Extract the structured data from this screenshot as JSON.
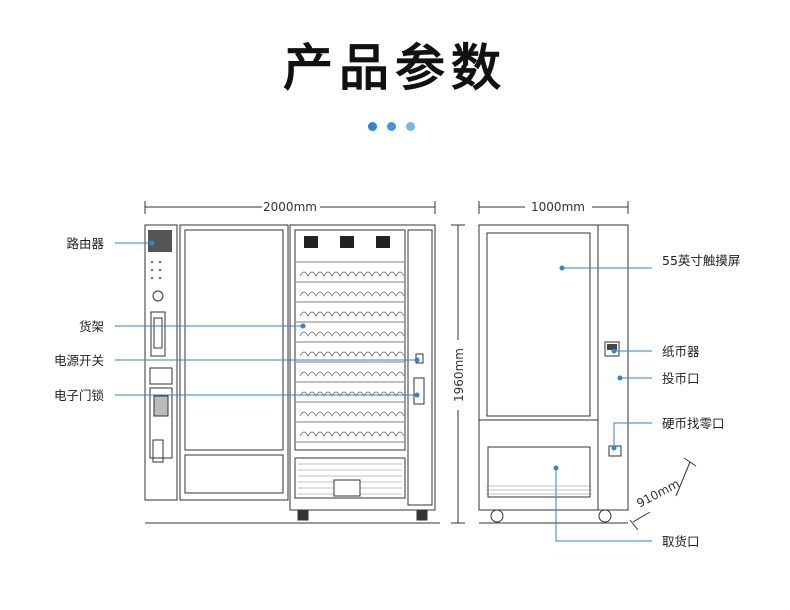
{
  "title": "产品参数",
  "colors": {
    "accent": "#2b86d8",
    "dot1": "#2b86d8",
    "dot2": "#3d97e0",
    "dot3": "#74b7ea",
    "line": "#333333"
  },
  "dimensions": {
    "front_width": "2000mm",
    "height": "1960mm",
    "side_width": "1000mm",
    "depth": "910mm"
  },
  "left_labels": [
    "路由器",
    "货架",
    "电源开关",
    "电子门锁"
  ],
  "right_labels": [
    "55英寸触摸屏",
    "纸币器",
    "投币口",
    "硬币找零口",
    "取货口"
  ]
}
